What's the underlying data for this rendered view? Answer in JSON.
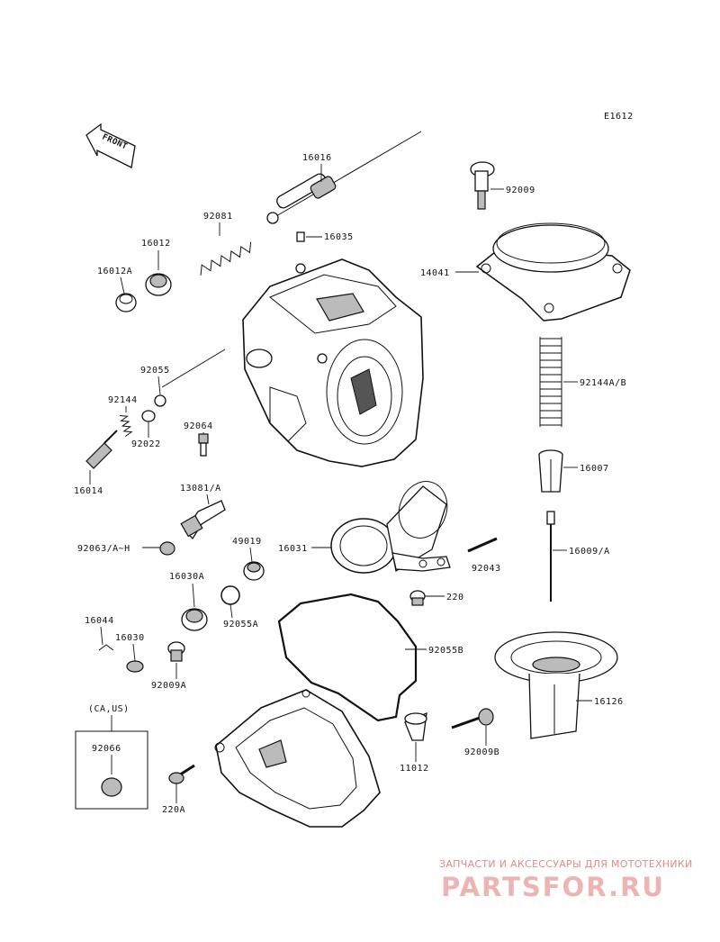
{
  "diagram": {
    "ref_code": "E1612",
    "front_label": "FRONT",
    "labels": {
      "p16016": "16016",
      "p92009": "92009",
      "p92081": "92081",
      "p16012": "16012",
      "p16035": "16035",
      "p16012A": "16012A",
      "p14041": "14041",
      "p92055": "92055",
      "p92144": "92144",
      "p92144AB": "92144A/B",
      "p92064": "92064",
      "p92022": "92022",
      "p16007": "16007",
      "p16014": "16014",
      "p13081A": "13081/A",
      "p16009A": "16009/A",
      "p92063AH": "92063/A~H",
      "p49019": "49019",
      "p16031": "16031",
      "p92043": "92043",
      "p16030A": "16030A",
      "p220": "220",
      "p92055A": "92055A",
      "p16044": "16044",
      "p16030": "16030",
      "p92055B": "92055B",
      "p92009A": "92009A",
      "p16126": "16126",
      "p11012": "11012",
      "p92009B": "92009B",
      "p220A": "220A",
      "p92066": "92066",
      "p_caus": "(CA,US)"
    }
  },
  "watermark": {
    "caption": "ЗАПЧАСТИ И АКСЕССУАРЫ ДЛЯ МОТОТЕХНИКИ",
    "logo": "PARTSFOR.RU"
  }
}
